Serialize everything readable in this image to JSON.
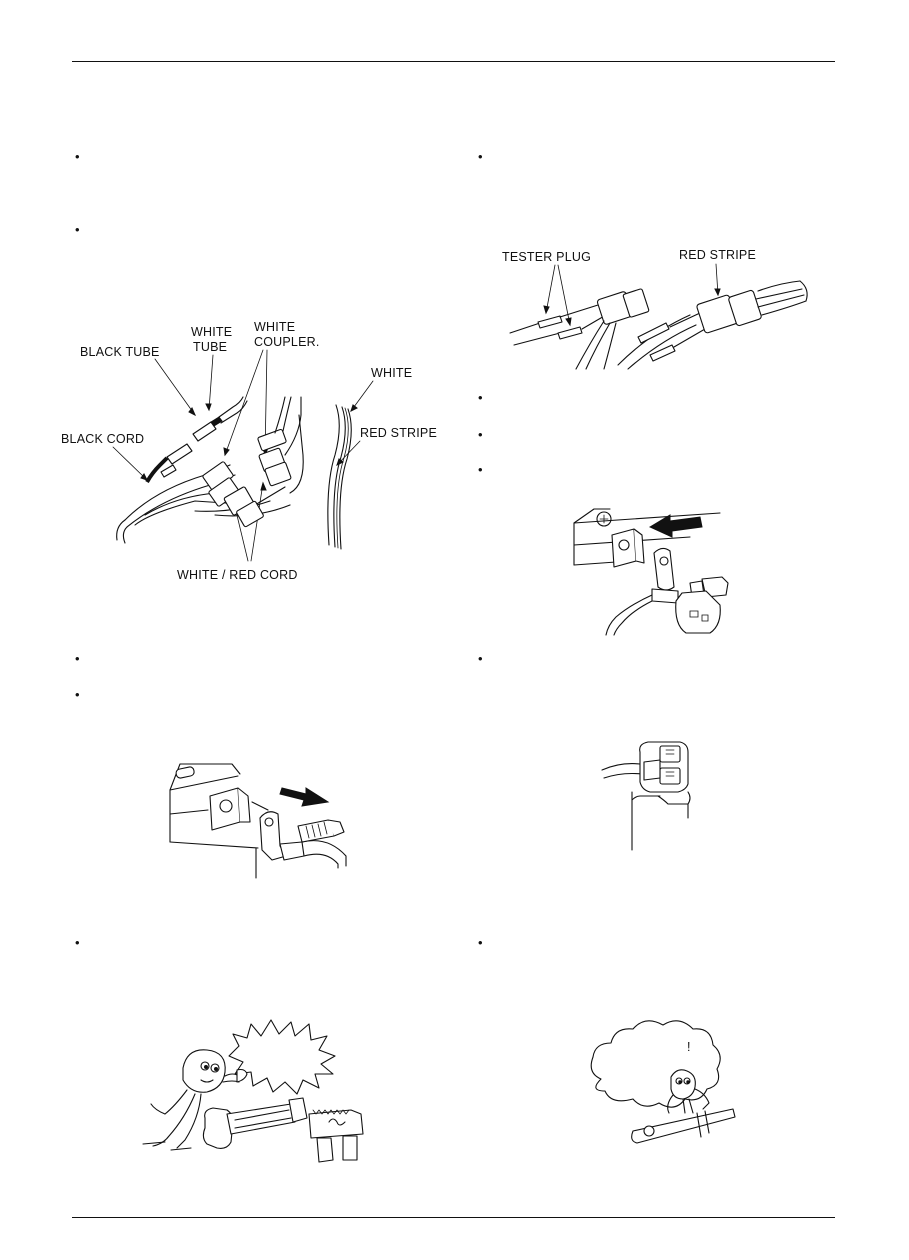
{
  "labels": {
    "black_tube": "BLACK TUBE",
    "white_tube_1": "WHITE",
    "white_tube_2": "TUBE",
    "white_coupler_1": "WHITE",
    "white_coupler_2": "COUPLER.",
    "white": "WHITE",
    "black_cord": "BLACK CORD",
    "red_stripe_left": "RED STRIPE",
    "white_red_cord": "WHITE / RED CORD",
    "tester_plug": "TESTER PLUG",
    "red_stripe_right": "RED STRIPE"
  },
  "bullet_glyph": "•",
  "cartoon_text": {
    "exclaim": "!"
  }
}
